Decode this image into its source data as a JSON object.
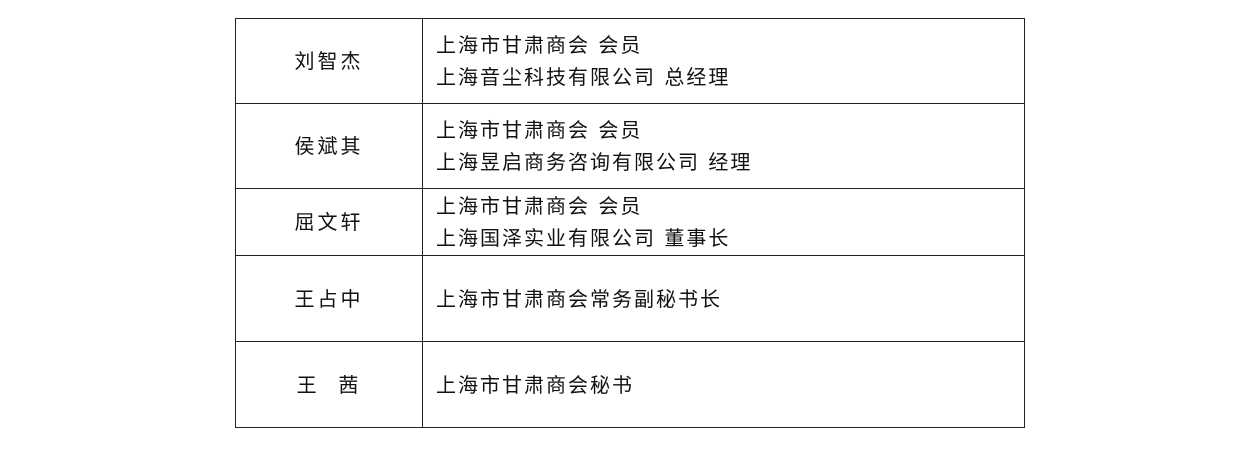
{
  "rows": [
    {
      "name": "刘智杰",
      "lines": [
        "上海市甘肃商会 会员",
        "上海音尘科技有限公司 总经理"
      ]
    },
    {
      "name": "侯斌其",
      "lines": [
        "上海市甘肃商会 会员",
        "上海昱启商务咨询有限公司 经理"
      ]
    },
    {
      "name": "屈文轩",
      "lines": [
        "上海市甘肃商会 会员",
        "上海国泽实业有限公司 董事长"
      ]
    },
    {
      "name": "王占中",
      "lines": [
        "上海市甘肃商会常务副秘书长"
      ]
    },
    {
      "name": "王  茜",
      "lines": [
        "上海市甘肃商会秘书"
      ]
    }
  ]
}
